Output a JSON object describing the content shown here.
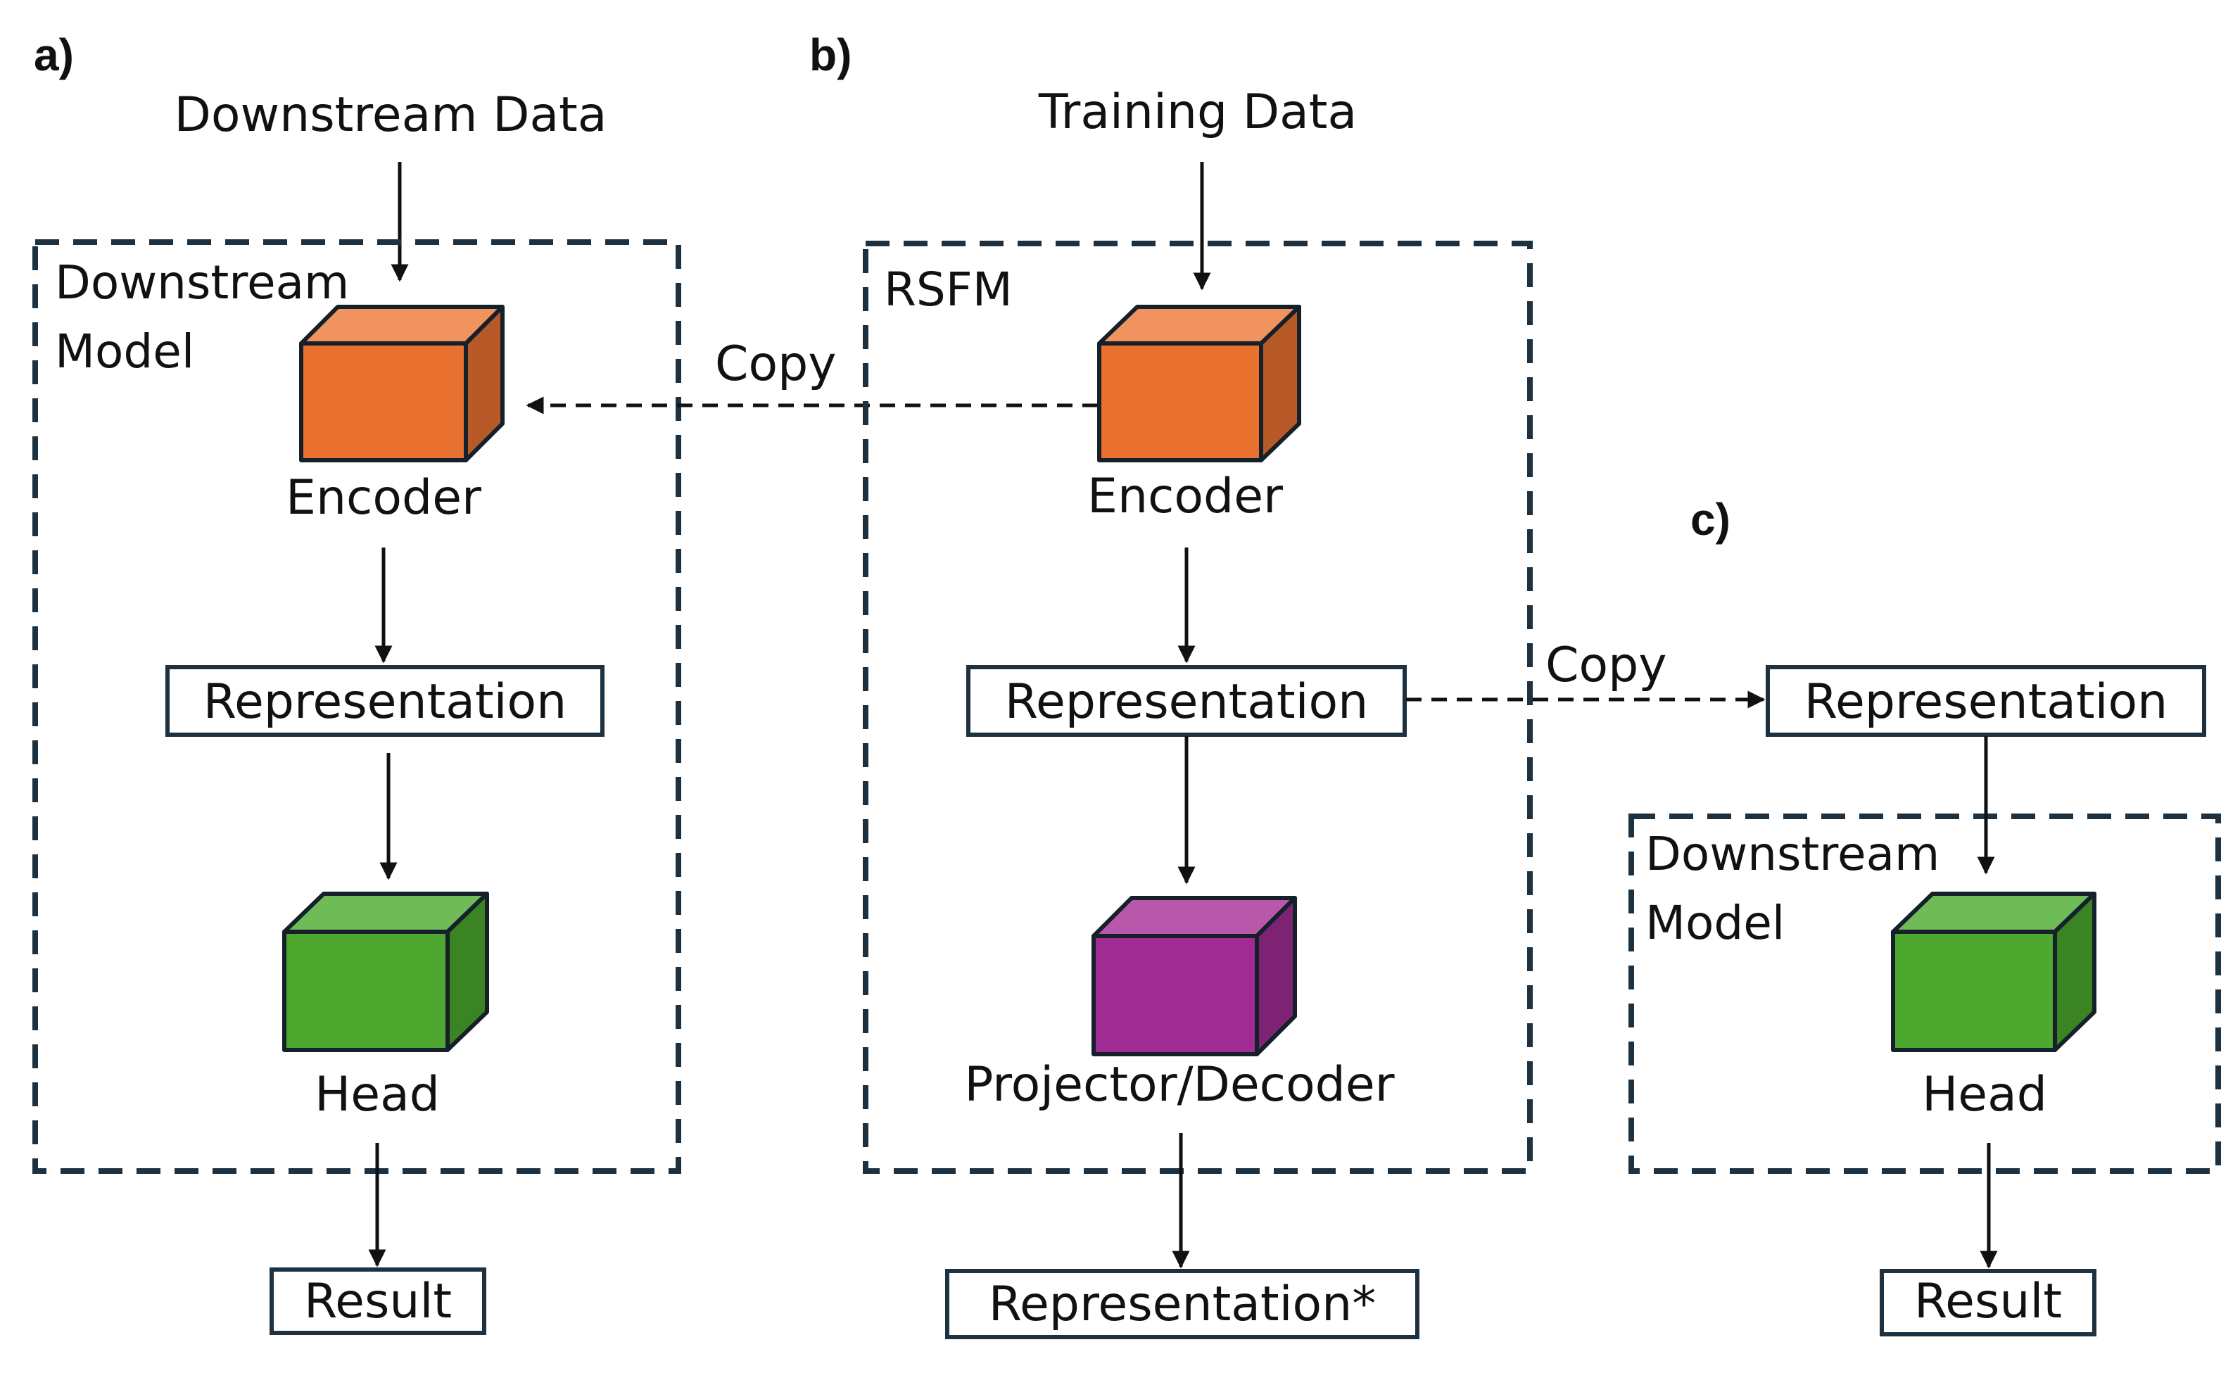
{
  "panels": {
    "a": "a)",
    "b": "b)",
    "c": "c)"
  },
  "panel_a": {
    "input": "Downstream Data",
    "frame_label_line1": "Downstream",
    "frame_label_line2": "Model",
    "encoder": "Encoder",
    "representation": "Representation",
    "head": "Head",
    "result": "Result"
  },
  "panel_b": {
    "input": "Training Data",
    "frame_label": "RSFM",
    "encoder": "Encoder",
    "representation": "Representation",
    "projector": "Projector/Decoder",
    "output": "Representation*"
  },
  "panel_c": {
    "representation": "Representation",
    "frame_label_line1": "Downstream",
    "frame_label_line2": "Model",
    "head": "Head",
    "result": "Result"
  },
  "copy_labels": {
    "encoder_copy": "Copy",
    "representation_copy": "Copy"
  },
  "colors": {
    "encoder": "#e87130",
    "encoder_top": "#f0935f",
    "encoder_side": "#b85a28",
    "head": "#4ea72e",
    "head_top": "#6fbb58",
    "head_side": "#3b8424",
    "projector": "#a02b93",
    "projector_top": "#b957aa",
    "projector_side": "#7e2274",
    "frame": "#1d3140"
  }
}
